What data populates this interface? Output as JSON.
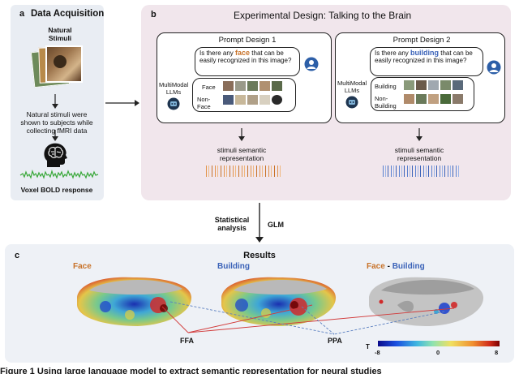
{
  "panel_a": {
    "letter": "a",
    "title": "Data Acquisition",
    "stimuli_label": "Natural\nStimuli",
    "caption": "Natural stimuli were shown to subjects while collecting fMRI data",
    "bold_label": "Voxel BOLD response"
  },
  "panel_b": {
    "letter": "b",
    "title": "Experimental Design: Talking to the Brain",
    "prompt1": {
      "title": "Prompt Design 1",
      "question_pre": "Is there any ",
      "question_keyword": "face",
      "question_post": " that can be easily recognized in this image?",
      "llm_label": "MultiModal LLMs",
      "row1_label": "Face",
      "row2_label": "Non-Face",
      "repr_label": "stimuli semantic representation"
    },
    "prompt2": {
      "title": "Prompt Design 2",
      "question_pre": "Is there any ",
      "question_keyword": "building",
      "question_post": " that can be easily recognized in this image?",
      "llm_label": "MultiModal LLMs",
      "row1_label": "Building",
      "row2_label": "Non-Building",
      "repr_label": "stimuli semantic representation"
    }
  },
  "middle": {
    "left_label": "Statistical analysis",
    "right_label": "GLM"
  },
  "panel_c": {
    "letter": "c",
    "title": "Results",
    "brain1_label": "Face",
    "brain2_label": "Building",
    "brain3_label_a": "Face",
    "brain3_label_sep": " - ",
    "brain3_label_b": "Building",
    "ffa_label": "FFA",
    "ppa_label": "PPA",
    "colorbar": {
      "letter": "T",
      "min": "-8",
      "mid": "0",
      "max": "8"
    }
  },
  "footer_text": "Figure 1 Using large language model to extract semantic representation for neural studies",
  "colors": {
    "face": "#c8732a",
    "building": "#3a62b8",
    "panel_a_bg": "#e9edf3",
    "panel_b_bg": "#f1e6ec",
    "panel_c_bg": "#eef1f6",
    "ffa_line": "#d23a3a",
    "ppa_line": "#5a7fc0"
  }
}
